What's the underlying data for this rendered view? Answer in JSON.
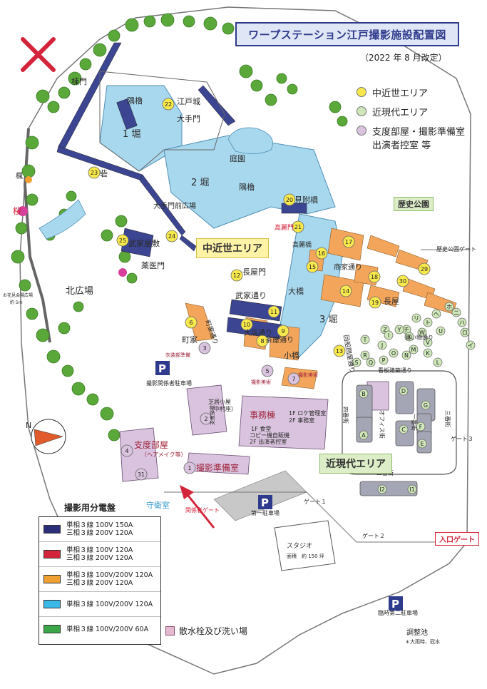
{
  "title": "ワープステーション江戸撮影施設配置図",
  "revised": "（2022 年 8 月改定）",
  "legend": {
    "items": [
      {
        "label": "中近世エリア",
        "color": "#f7e94c"
      },
      {
        "label": "近現代エリア",
        "color": "#cfe7b9"
      },
      {
        "label": "支度部屋・撮影準備室",
        "label2": "出演者控室 等",
        "color": "#d9c3de"
      }
    ]
  },
  "zones": {
    "medieval": "中近世エリア",
    "modern": "近現代エリア",
    "history_park": "歴史公園"
  },
  "places": {
    "munamon": "棟門",
    "sumiyagura1": "隅櫓",
    "edojo": "江戸城",
    "otemon": "大手門",
    "ichibori": "1 堀",
    "nibori": "2 堀",
    "sanbori": "3 堀",
    "teien": "庭園",
    "sumiyagura2": "隅櫓",
    "toride": "砦",
    "otemae": "大手門前広場",
    "bukeyashiki": "武家屋敷",
    "yakuimon": "薬医門",
    "kitahiroba": "北広場",
    "sakura": "桜",
    "kaede": "楓",
    "nagayamon": "長屋門",
    "bukedori": "武家通り",
    "odanadori": "大店通り",
    "chayadori": "茶屋通り",
    "ohashi": "大橋",
    "kobashi": "小橋",
    "machiya": "町家",
    "machiyadori": "町家通り",
    "shonindori": "商家通り",
    "nagaya": "長屋",
    "kairodori": "回船問屋通り",
    "tsukimibashi": "見附橋",
    "koraimon": "高麗門",
    "koraibashi": "高麗橋",
    "kanban": "看板建築通り",
    "kaimono": "買い物通り",
    "office": "オフィス街",
    "yonbangai": "四番街",
    "sanbangai": "三番街",
    "nibangai": "二番街",
    "ichibangai": "一番街",
    "gate1": "ゲート１",
    "gate2": "ゲート２",
    "gate3": "ゲート３",
    "rekishi_gate": "歴史公園ゲート",
    "iriguchi": "入口ゲート",
    "kankeisha_gate": "関係者ゲート",
    "shueishitsu": "守衛室",
    "jimu": "事務棟",
    "jimu_1f": "1F ロケ管理室",
    "jimu_2f": "2F 事務室",
    "shokudo": "1F 食堂",
    "konbini": "コピー機自販機",
    "shutsuen": "2F 出演者控室",
    "shibaigoya": "芝居小屋",
    "nakamuraza": "（中村座）",
    "shitaku": "支度部屋",
    "hairmake": "（ヘアメイク等）",
    "junbi": "撮影準備室",
    "parking_staff": "撮影関係者駐車場",
    "parking1": "第一駐車場",
    "parking2": "臨時第二駐車場",
    "studio": "スタジオ",
    "studio_area": "面積　約 150 坪",
    "choseichi": "調整池",
    "choseichi_note": "＊大雨時、冠水",
    "isho": "衣装部準備",
    "bijutsu1": "撮影美術",
    "bijutsu2": "撮影美術",
    "hanami": "お花見会場広場",
    "hanami_area": "約 5m",
    "shitaku_side": "支度部屋"
  },
  "power": {
    "title": "撮影用分電盤",
    "rows": [
      {
        "l1": "単相３線 100V 150A",
        "l2": "三相３線 200V 120A",
        "color": "#2b2f7a"
      },
      {
        "l1": "単相３線 100V 120A",
        "l2": "三相３線 200V 120A",
        "color": "#d4243a"
      },
      {
        "l1": "単相３線 100V/200V 120A",
        "l2": "三相３線 200V 120A",
        "color": "#f0a030"
      },
      {
        "l1": "単相３線 100V/200V 120A",
        "l2": "",
        "color": "#3ab8e6"
      },
      {
        "l1": "単相３線 100V/200V 60A",
        "l2": "",
        "color": "#3aa648"
      }
    ]
  },
  "hydrant": "散水栓及び洗い場",
  "yellow_markers": [
    "22",
    "23",
    "24",
    "25",
    "21",
    "20",
    "12",
    "16",
    "15",
    "17",
    "18",
    "14",
    "10",
    "11",
    "9",
    "8",
    "6",
    "13",
    "19",
    "29",
    "30"
  ],
  "purple_markers": [
    "1",
    "2",
    "3",
    "4",
    "5",
    "7",
    "31"
  ],
  "modern_letters": [
    "B",
    "A",
    "D",
    "C",
    "G",
    "F",
    "E",
    "イ",
    "ロ",
    "ハ",
    "ニ",
    "ホ",
    "ヘ",
    "リ",
    "ト",
    "チ",
    "X",
    "Y",
    "Z",
    "U",
    "W",
    "V",
    "K",
    "L",
    "M",
    "N",
    "O",
    "P",
    "Q",
    "R",
    "S",
    "T",
    "J",
    "I",
    "I2",
    "I1"
  ],
  "compass": "N"
}
